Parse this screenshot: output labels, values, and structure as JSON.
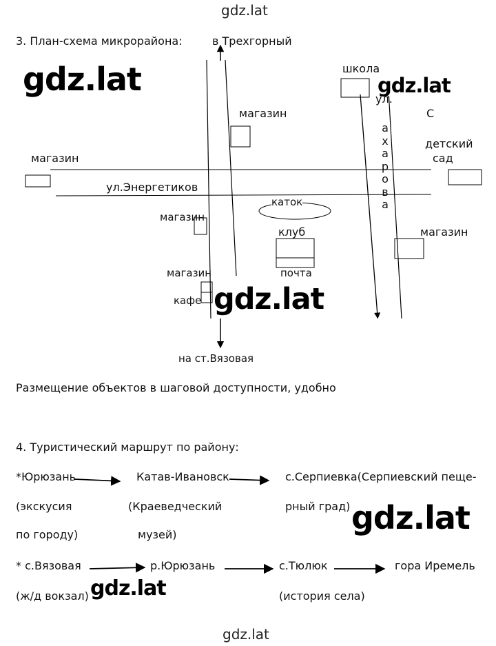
{
  "watermarks": {
    "top": "gdz.lat",
    "bottom": "gdz.lat",
    "big_1": "gdz.lat",
    "big_2": "gdz.lat",
    "big_3": "gdz.lat",
    "big_4": "gdz.lat",
    "big_5": "gdz.lat"
  },
  "task3": {
    "heading": "3.  План-схема микрорайона:",
    "to_north": "в Трехгорный",
    "to_south": "на ст.Вязовая",
    "labels": {
      "school": "школа",
      "street_ul": "ул.",
      "street_s": "С",
      "street_letters": [
        "а",
        "х",
        "а",
        "р",
        "о",
        "в",
        "а"
      ],
      "kindergarten_1": "детский",
      "kindergarten_2": "сад",
      "shop_top": "магазин",
      "shop_left": "магазин",
      "street_energetikov": "ул.Энергетиков",
      "rink": "каток",
      "shop_mid": "магазин",
      "club": "клуб",
      "shop_right": "магазин",
      "post": "почта",
      "shop_bottom": "магазин",
      "cafe": "кафе"
    },
    "conclusion": "Размещение объектов в шаговой доступности, удобно"
  },
  "task4": {
    "heading": "4. Туристический маршрут  по району:",
    "route1": {
      "a": "*Юрюзань",
      "b": "Катав-Ивановск",
      "c": "с.Серпиевка(Серпиевский пеще-",
      "a2": "(экскусия",
      "b2": "(Краеведческий",
      "c2": "рный град)",
      "a3": "по городу)",
      "b3": "музей)"
    },
    "route2": {
      "a": "* с.Вязовая",
      "b": "р.Юрюзань",
      "c": "с.Тюлюк",
      "d": "гора Иремель",
      "a2": "(ж/д вокзал)",
      "c2": "(история села)"
    }
  }
}
